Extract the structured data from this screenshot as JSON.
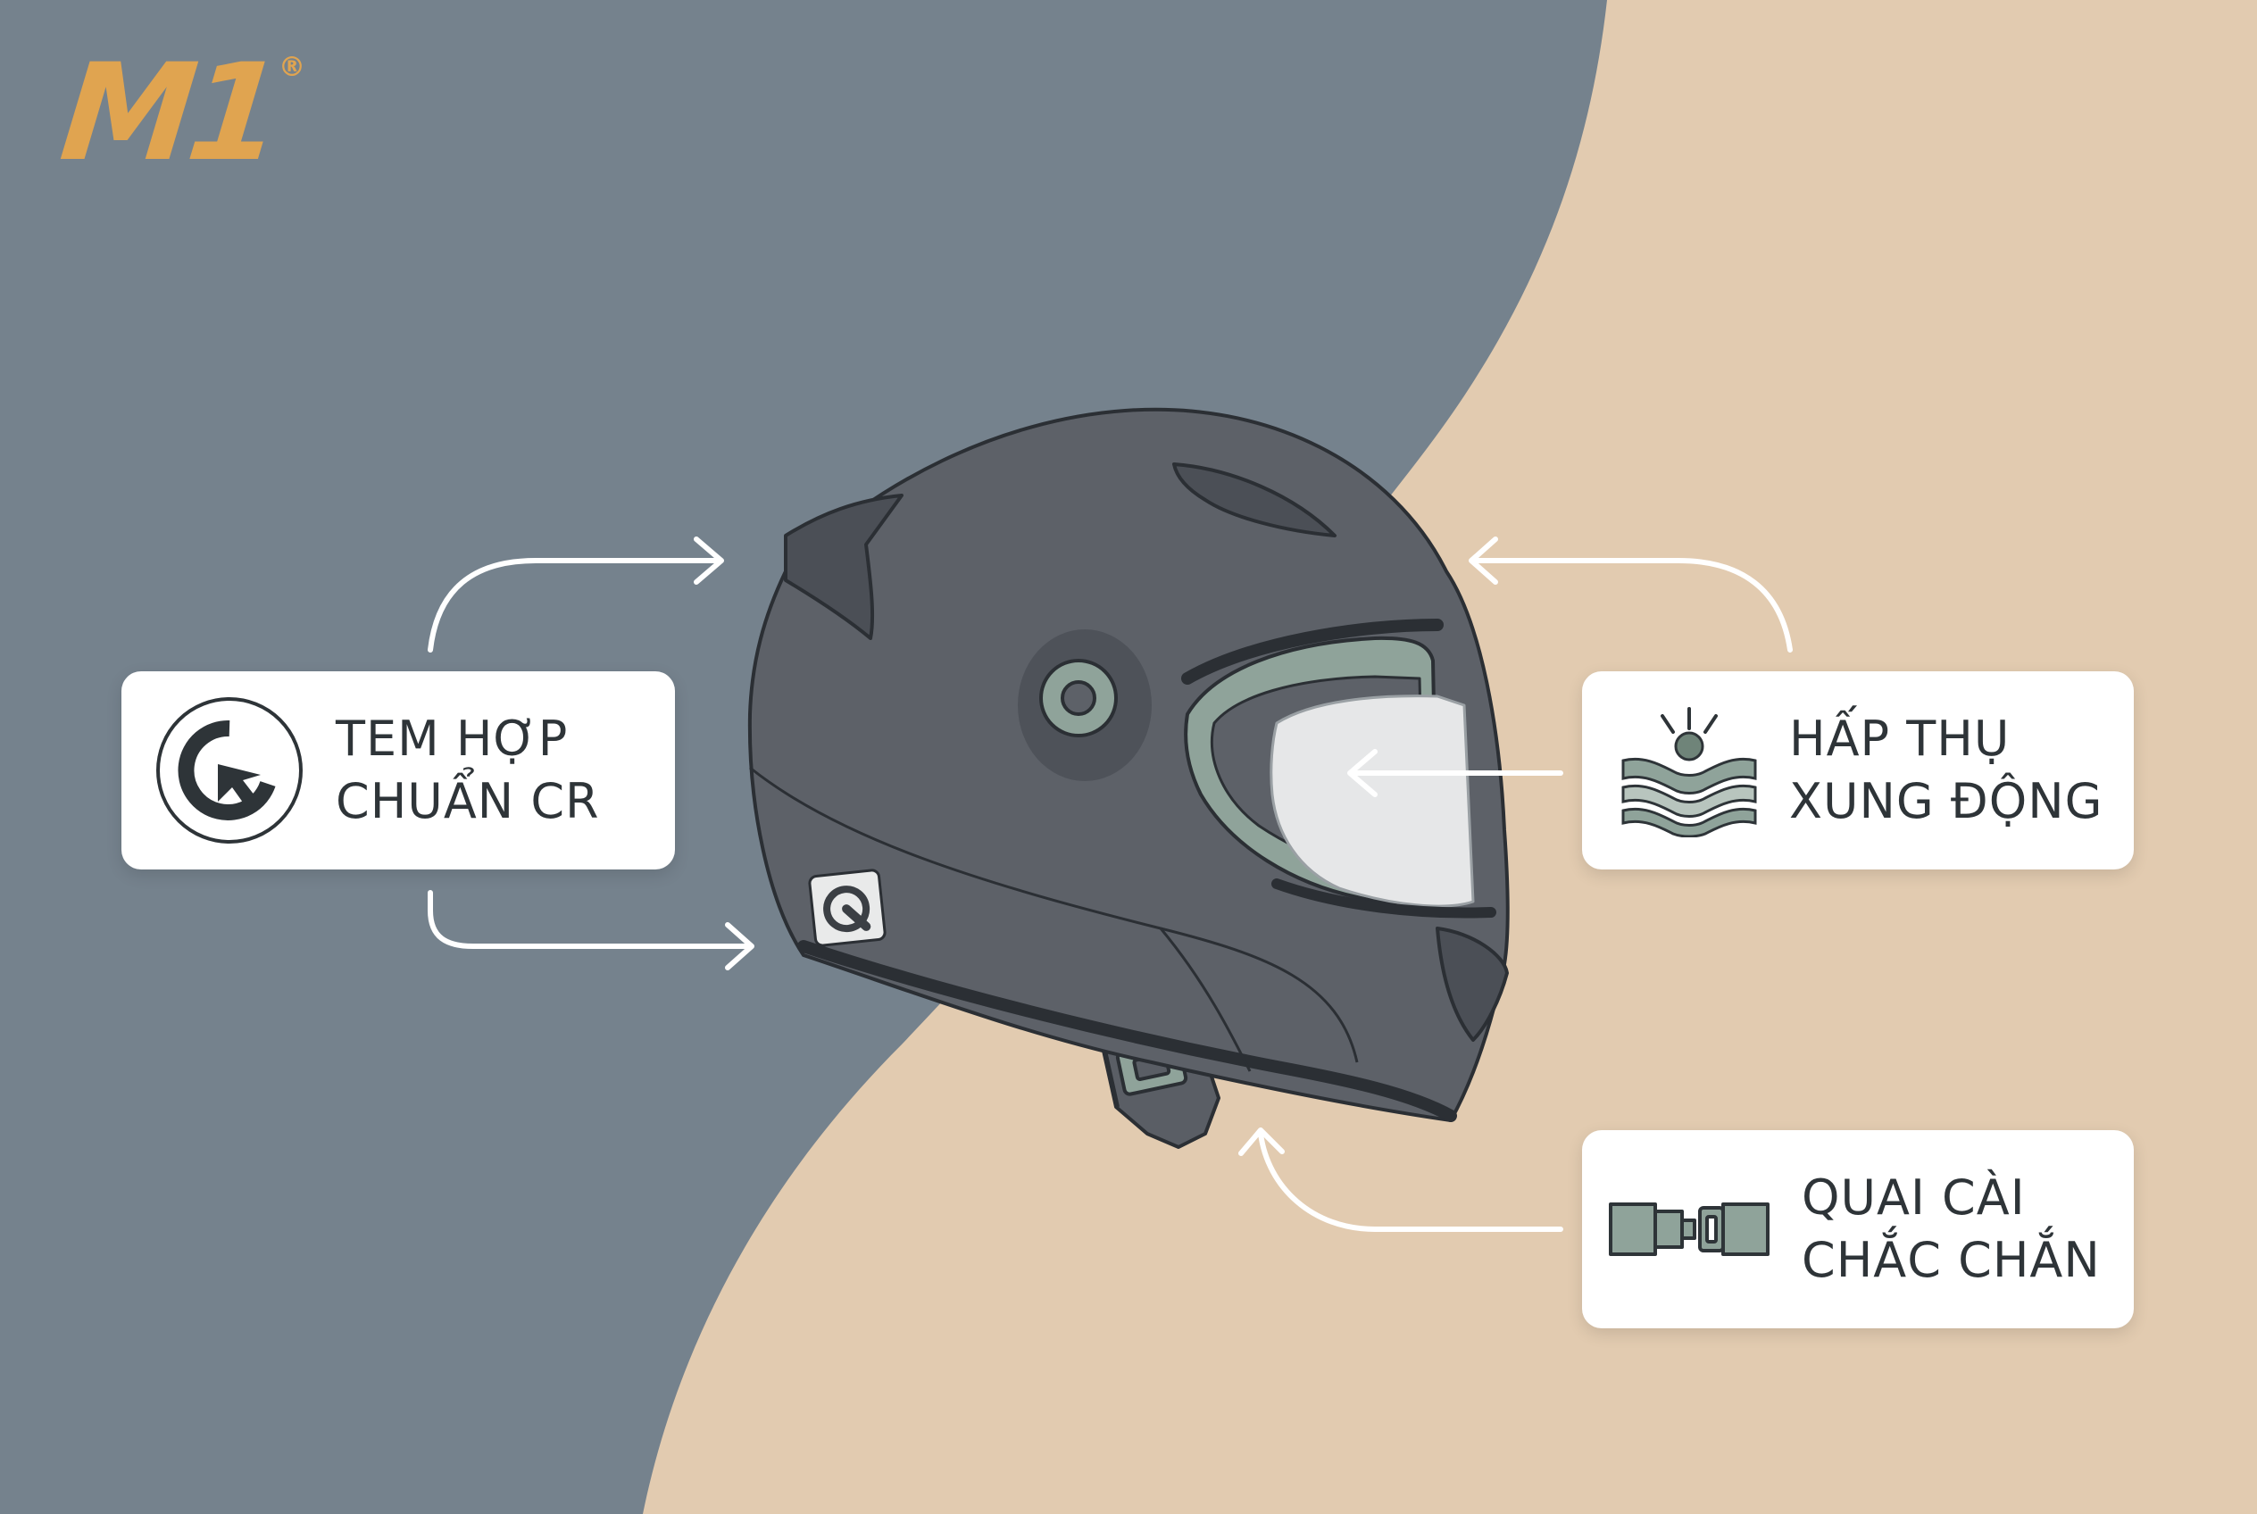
{
  "brand": {
    "logo_text": "M1",
    "registered_mark": "®",
    "logo_color": "#E0A450"
  },
  "colors": {
    "left_background": "#75828D",
    "right_background": "#E2CBB0",
    "helmet_shell": "#5D6168",
    "accent_green": "#8FA39A",
    "card_text": "#2E3438",
    "arrow": "#FFFFFF"
  },
  "callouts": {
    "cr_label": {
      "line1": "TEM HỢP",
      "line2": "CHUẨN CR",
      "icon": "cr-certification-icon"
    },
    "shock_absorption": {
      "line1": "HẤP THỤ",
      "line2": "XUNG ĐỘNG",
      "icon": "shock-absorption-icon"
    },
    "buckle": {
      "line1": "QUAI CÀI",
      "line2": "CHẮC CHẮN",
      "icon": "buckle-icon"
    }
  }
}
